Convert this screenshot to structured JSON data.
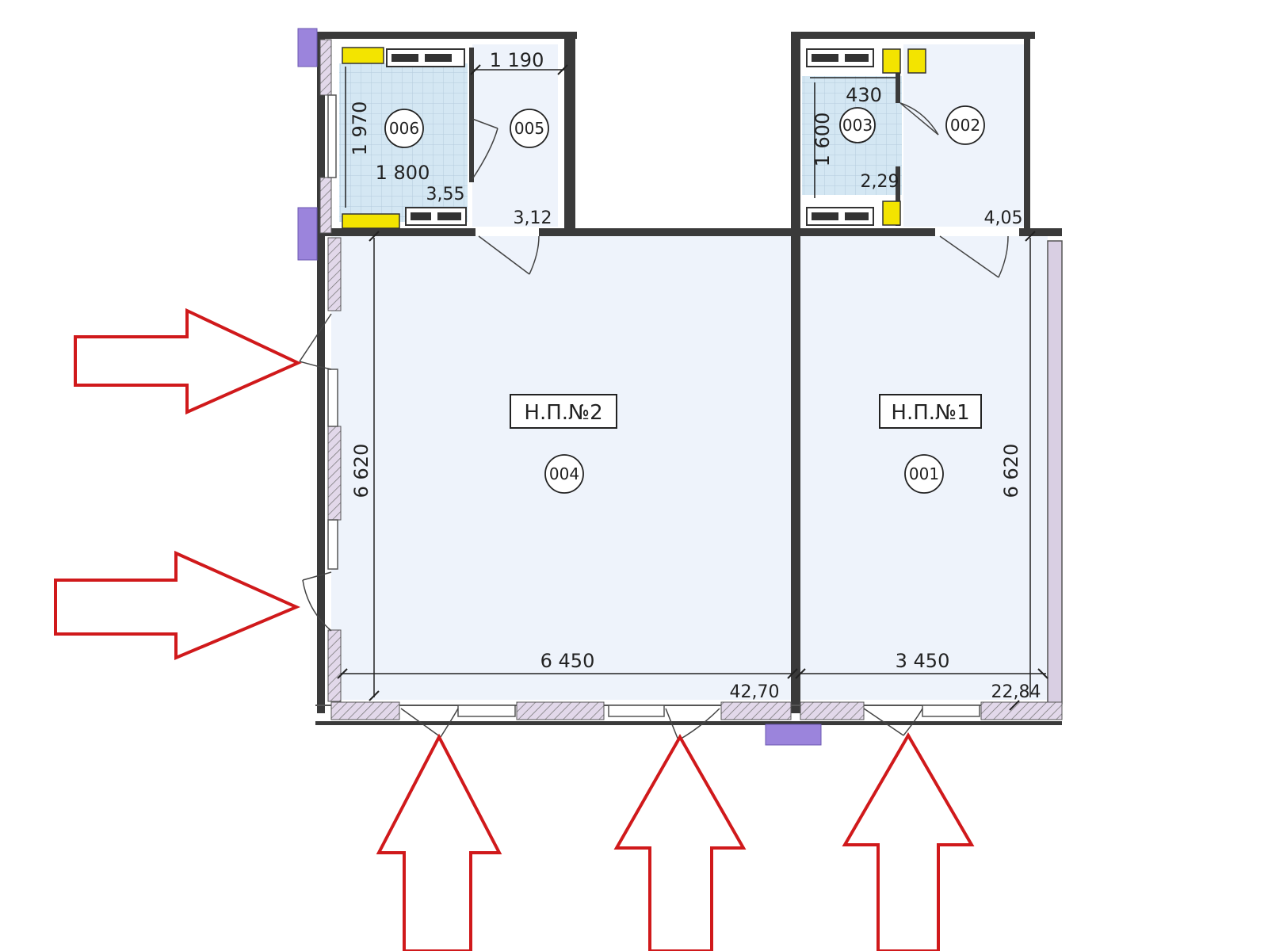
{
  "colors": {
    "arrow": "#d0191b",
    "wall": "#3a3a3a",
    "room_fill": "#eef3fb",
    "wet_room_fill": "#d9eaf5",
    "riser": "#f3e400",
    "column": "#9b84dc"
  },
  "units": [
    {
      "label": "Н.П.№2",
      "room": "004",
      "area": "42,70",
      "width": "6 450",
      "depth": "6 620"
    },
    {
      "label": "Н.П.№1",
      "room": "001",
      "area": "22,84",
      "width": "3 450",
      "depth": "6 620"
    }
  ],
  "rooms": {
    "r006": {
      "num": "006",
      "area": "3,55",
      "dim_w": "1 800",
      "dim_h": "1 970"
    },
    "r005": {
      "num": "005",
      "area": "3,12",
      "dim_w": "1 190"
    },
    "r003": {
      "num": "003",
      "area": "2,29",
      "dim_w": "430",
      "dim_h": "1 600"
    },
    "r002": {
      "num": "002",
      "area": "4,05"
    }
  },
  "entrances": [
    {
      "id": "left-upper"
    },
    {
      "id": "left-lower"
    },
    {
      "id": "bottom-left"
    },
    {
      "id": "bottom-middle"
    },
    {
      "id": "bottom-right"
    }
  ]
}
